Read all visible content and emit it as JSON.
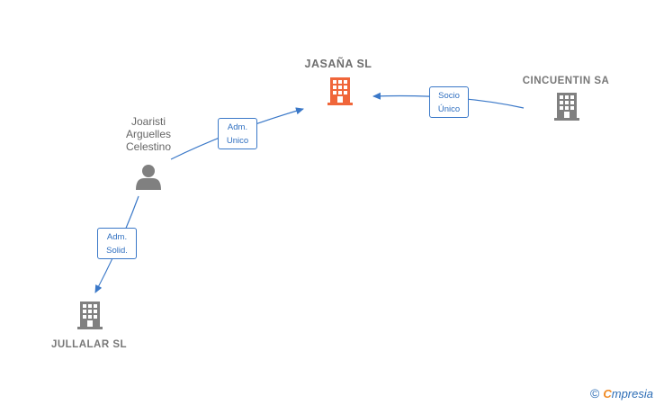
{
  "nodes": {
    "jasana": {
      "name": "JASAÑA  SL",
      "color": "#f0663a"
    },
    "cincuentin": {
      "name": "CINCUENTIN SA",
      "color": "#808080"
    },
    "joaristi": {
      "line1": "Joaristi",
      "line2": "Arguelles",
      "line3": "Celestino",
      "color": "#808080"
    },
    "jullalar": {
      "name": "JULLALAR  SL",
      "color": "#808080"
    }
  },
  "edges": {
    "adm_unico": {
      "line1": "Adm.",
      "line2": "Unico"
    },
    "socio_unico": {
      "line1": "Socio",
      "line2": "Único"
    },
    "adm_solid": {
      "line1": "Adm.",
      "line2": "Solid."
    }
  },
  "colors": {
    "edge": "#3a78c8",
    "edge_label_text": "#2f6fc0"
  },
  "footer": {
    "copyright": "©",
    "brand_first": "C",
    "brand_rest": "mpresia"
  }
}
